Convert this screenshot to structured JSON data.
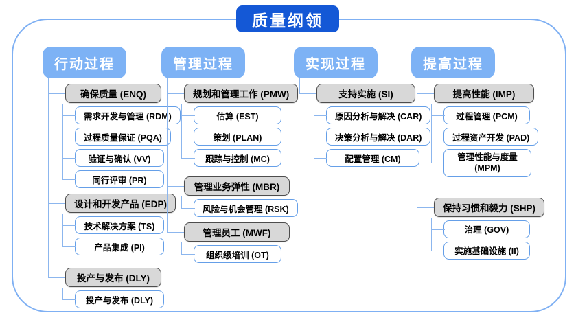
{
  "title": "质量纲领",
  "colors": {
    "title_bg": "#1458d6",
    "header_bg": "#7db2f5",
    "line": "#8cb6ee",
    "l2_bg": "#d8d8d8",
    "l2_border": "#4d4d4d",
    "l3_border": "#659fe8",
    "outer_border": "#7fb0f3"
  },
  "columns": [
    {
      "header": "行动过程",
      "groups": [
        {
          "label": "确保质量 (ENQ)",
          "children": [
            "需求开发与管理 (RDM)",
            "过程质量保证 (PQA)",
            "验证与确认 (VV)",
            "同行评审 (PR)"
          ]
        },
        {
          "label": "设计和开发产品 (EDP)",
          "children": [
            "技术解决方案 (TS)",
            "产品集成 (PI)"
          ]
        },
        {
          "label": "投产与发布 (DLY)",
          "children": [
            "投产与发布 (DLY)"
          ]
        }
      ]
    },
    {
      "header": "管理过程",
      "groups": [
        {
          "label": "规划和管理工作 (PMW)",
          "children": [
            "估算 (EST)",
            "策划 (PLAN)",
            "跟踪与控制 (MC)"
          ]
        },
        {
          "label": "管理业务弹性 (MBR)",
          "children": [
            "风险与机会管理 (RSK)"
          ]
        },
        {
          "label": "管理员工 (MWF)",
          "children": [
            "组织级培训 (OT)"
          ]
        }
      ]
    },
    {
      "header": "实现过程",
      "groups": [
        {
          "label": "支持实施 (SI)",
          "children": [
            "原因分析与解决 (CAR)",
            "决策分析与解决 (DAR)",
            "配置管理 (CM)"
          ]
        }
      ]
    },
    {
      "header": "提高过程",
      "groups": [
        {
          "label": "提高性能 (IMP)",
          "children": [
            "过程管理 (PCM)",
            "过程资产开发 (PAD)",
            "管理性能与度量 (MPM)"
          ]
        },
        {
          "label": "保持习惯和毅力 (SHP)",
          "children": [
            "治理 (GOV)",
            "实施基础设施 (II)"
          ]
        }
      ]
    }
  ]
}
